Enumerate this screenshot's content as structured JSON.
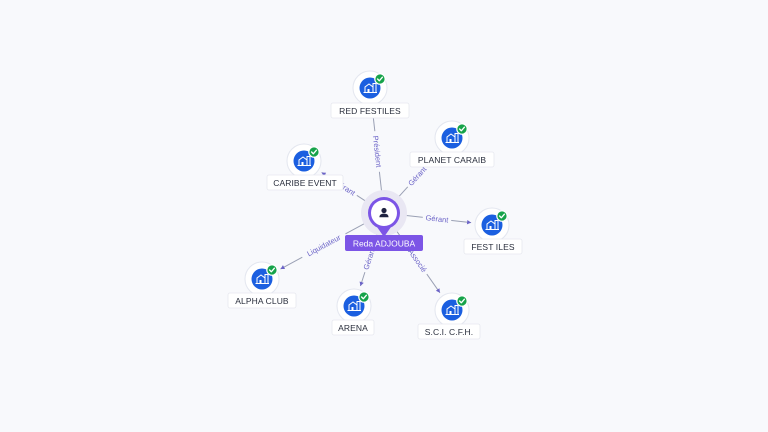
{
  "center": {
    "name": "Reda ADJOUBA",
    "icon": "person-icon",
    "color": "#7c55e6"
  },
  "companies": [
    {
      "id": "red-festiles",
      "name": "RED FESTILES",
      "relation": "Président",
      "icon": "building-icon",
      "verified": true
    },
    {
      "id": "planet-caraib",
      "name": "PLANET CARAIB",
      "relation": "Gérant",
      "icon": "building-icon",
      "verified": true
    },
    {
      "id": "fest-iles",
      "name": "FEST ILES",
      "relation": "Gérant",
      "icon": "building-icon",
      "verified": true
    },
    {
      "id": "scicfh",
      "name": "S.C.I. C.F.H.",
      "relation": "Associé",
      "icon": "building-icon",
      "verified": true
    },
    {
      "id": "arena",
      "name": "ARENA",
      "relation": "Gérant",
      "icon": "building-icon",
      "verified": true
    },
    {
      "id": "alpha-club",
      "name": "ALPHA CLUB",
      "relation": "Liquidateur",
      "icon": "building-icon",
      "verified": true
    },
    {
      "id": "caribe-event",
      "name": "CARIBE EVENT",
      "relation": "Gérant",
      "icon": "building-icon",
      "verified": true
    }
  ],
  "colors": {
    "company_node": "#1b5fe0",
    "verified_badge": "#16a34a",
    "edge_label": "#6b63c7",
    "background": "#f8f9fc"
  }
}
